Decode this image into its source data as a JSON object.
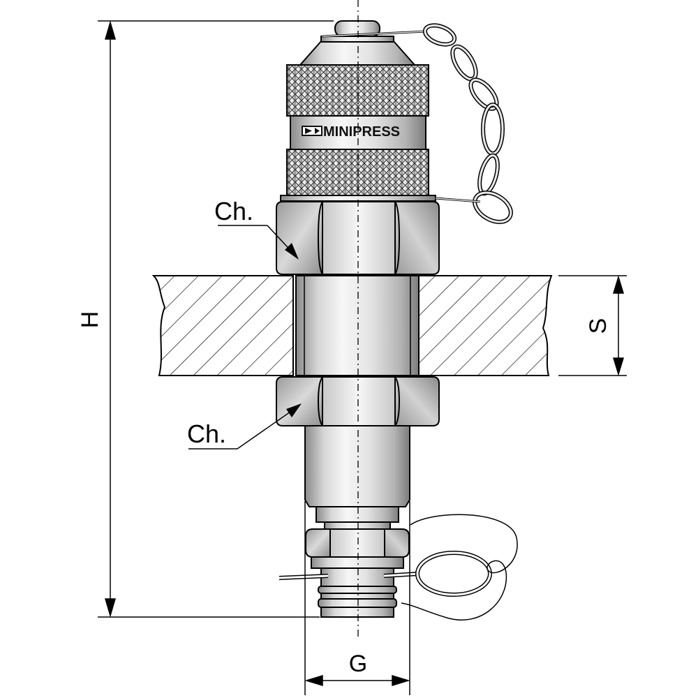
{
  "labels": {
    "brand": "MINIPRESS",
    "wrench_upper": "Ch.",
    "wrench_lower": "Ch.",
    "height": "H",
    "thickness": "S",
    "thread": "G"
  },
  "colors": {
    "line": "#000000",
    "hatch": "#000000",
    "metal_dark": "#8c8c8c",
    "metal_light": "#f4f4f4",
    "background": "#ffffff"
  }
}
